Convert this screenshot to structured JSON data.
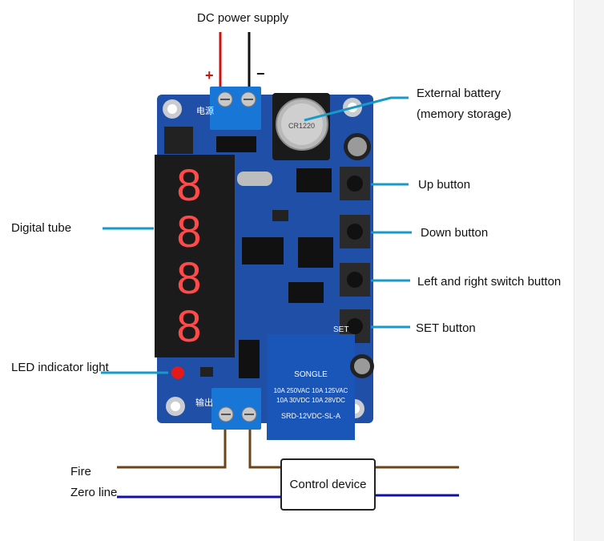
{
  "labels": {
    "dc_power": "DC power supply",
    "plus": "+",
    "minus": "−",
    "battery_line1": "External battery",
    "battery_line2": "(memory storage)",
    "up": "Up button",
    "down": "Down button",
    "lr": "Left and right switch button",
    "set": "SET button",
    "digital_tube": "Digital tube",
    "led": "LED indicator light",
    "fire": "Fire",
    "zero": "Zero line",
    "device": "Control device"
  },
  "board_text": {
    "power_cn": "电源",
    "output_cn": "输出",
    "relay_brand": "SONGLE",
    "relay_model": "SRD-12VDC-SL-A",
    "relay_rating1": "10A 250VAC  10A 125VAC",
    "relay_rating2": "10A 30VDC   10A 28VDC",
    "set_silk": "SET",
    "battery_mark": "CR1220"
  },
  "display_digits": [
    "8",
    "8",
    "8",
    "8"
  ],
  "colors": {
    "pcb": "#1f4fa6",
    "terminal": "#1877d6",
    "relay": "#1a55b8",
    "callout_line": "#169ac8",
    "wire_red": "#cc1111",
    "wire_black": "#111111",
    "wire_brown": "#6b4418",
    "wire_blue": "#1010a8",
    "led": "#e21a1a"
  }
}
